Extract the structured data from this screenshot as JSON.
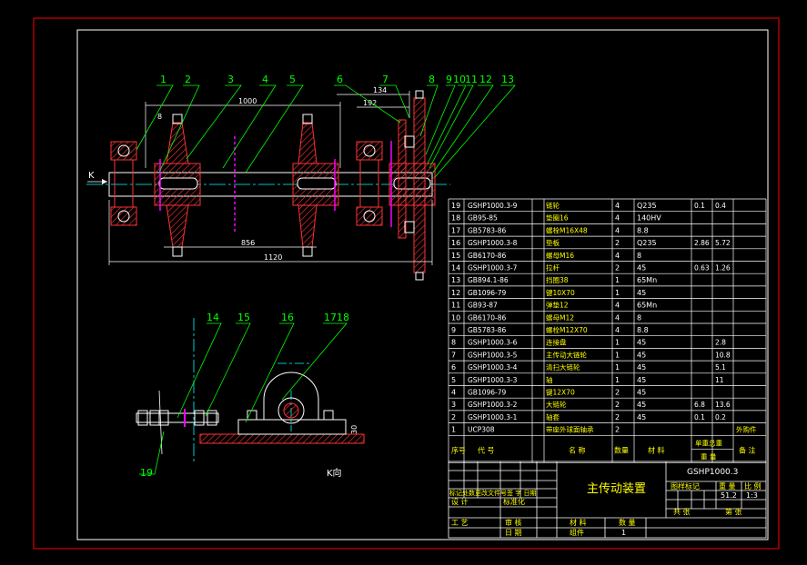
{
  "colors": {
    "background": "#000000",
    "frame_outer": "#ff0000",
    "frame_inner": "#ffffff",
    "table_line": "#ffffff",
    "text": "#ffffff",
    "text_yellow": "#ffff00",
    "leader": "#00ff00",
    "part": "#ff3333",
    "hatch": "#ff3333",
    "dimension": "#ffffff",
    "center": "#00ffff",
    "highlight": "#ff00ff"
  },
  "balloons_top": [
    "1",
    "2",
    "3",
    "4",
    "5",
    "6",
    "7",
    "8",
    "9",
    "10",
    "11",
    "12",
    "13"
  ],
  "balloons_bottom": [
    "14",
    "15",
    "16",
    "17",
    "18",
    "19"
  ],
  "dimensions": {
    "d1000": "1000",
    "d134": "134",
    "d192": "192",
    "d856": "856",
    "d1120": "1120",
    "d8": "8",
    "d30": "30"
  },
  "view_labels": {
    "k_arrow": "K",
    "k_view": "K向"
  },
  "bom_rows": [
    {
      "no": "19",
      "code": "GSHP1000.3-9",
      "name": "链轮",
      "qty": "4",
      "material": "Q235",
      "unit": "0.1",
      "total": "0.4",
      "remark": ""
    },
    {
      "no": "18",
      "code": "GB95-85",
      "name": "垫圈16",
      "qty": "4",
      "material": "140HV",
      "unit": "",
      "total": "",
      "remark": ""
    },
    {
      "no": "17",
      "code": "GB5783-86",
      "name": "螺栓M16X48",
      "qty": "4",
      "material": "8.8",
      "unit": "",
      "total": "",
      "remark": ""
    },
    {
      "no": "16",
      "code": "GSHP1000.3-8",
      "name": "垫板",
      "qty": "2",
      "material": "Q235",
      "unit": "2.86",
      "total": "5.72",
      "remark": ""
    },
    {
      "no": "15",
      "code": "GB6170-86",
      "name": "螺母M16",
      "qty": "4",
      "material": "8",
      "unit": "",
      "total": "",
      "remark": ""
    },
    {
      "no": "14",
      "code": "GSHP1000.3-7",
      "name": "拉杆",
      "qty": "2",
      "material": "45",
      "unit": "0.63",
      "total": "1.26",
      "remark": ""
    },
    {
      "no": "13",
      "code": "GB894.1-86",
      "name": "挡圈38",
      "qty": "1",
      "material": "65Mn",
      "unit": "",
      "total": "",
      "remark": ""
    },
    {
      "no": "12",
      "code": "GB1096-79",
      "name": "键10X70",
      "qty": "1",
      "material": "45",
      "unit": "",
      "total": "",
      "remark": ""
    },
    {
      "no": "11",
      "code": "GB93-87",
      "name": "弹垫12",
      "qty": "4",
      "material": "65Mn",
      "unit": "",
      "total": "",
      "remark": ""
    },
    {
      "no": "10",
      "code": "GB6170-86",
      "name": "螺母M12",
      "qty": "4",
      "material": "8",
      "unit": "",
      "total": "",
      "remark": ""
    },
    {
      "no": "9",
      "code": "GB5783-86",
      "name": "螺栓M12X70",
      "qty": "4",
      "material": "8.8",
      "unit": "",
      "total": "",
      "remark": ""
    },
    {
      "no": "8",
      "code": "GSHP1000.3-6",
      "name": "连接盘",
      "qty": "1",
      "material": "45",
      "unit": "",
      "total": "2.8",
      "remark": ""
    },
    {
      "no": "7",
      "code": "GSHP1000.3-5",
      "name": "主传动大链轮",
      "qty": "1",
      "material": "45",
      "unit": "",
      "total": "10.8",
      "remark": ""
    },
    {
      "no": "6",
      "code": "GSHP1000.3-4",
      "name": "清扫大链轮",
      "qty": "1",
      "material": "45",
      "unit": "",
      "total": "5.1",
      "remark": ""
    },
    {
      "no": "5",
      "code": "GSHP1000.3-3",
      "name": "轴",
      "qty": "1",
      "material": "45",
      "unit": "",
      "total": "11",
      "remark": ""
    },
    {
      "no": "4",
      "code": "GB1096-79",
      "name": "键12X70",
      "qty": "2",
      "material": "45",
      "unit": "",
      "total": "",
      "remark": ""
    },
    {
      "no": "3",
      "code": "GSHP1000.3-2",
      "name": "大链轮",
      "qty": "2",
      "material": "45",
      "unit": "6.8",
      "total": "13.6",
      "remark": ""
    },
    {
      "no": "2",
      "code": "GSHP1000.3-1",
      "name": "轴套",
      "qty": "2",
      "material": "45",
      "unit": "0.1",
      "total": "0.2",
      "remark": ""
    },
    {
      "no": "1",
      "code": "UCP308",
      "name": "带座外球面轴承",
      "qty": "2",
      "material": "",
      "unit": "",
      "total": "",
      "remark": "外购件"
    }
  ],
  "bom_header": {
    "no": "序号",
    "code": "代  号",
    "name": "名  称",
    "qty": "数量",
    "material": "材  料",
    "weight_group": "单重总重",
    "weight_sub": "重  量",
    "remark": "备  注"
  },
  "title_block": {
    "drawing_code": "GSHP1000.3",
    "drawing_title": "主传动装置",
    "revision_row": "标记处数更改文件号签 字 日期",
    "design": "设 计",
    "standardize": "标准化",
    "stage_mark": "图样标记",
    "weight_label": "重 量",
    "scale_label": "比 例",
    "weight_value": "51.2",
    "scale_value": "1:3",
    "total_sheets": "共  张",
    "sheet_no": "第  张",
    "process": "工 艺",
    "review": "审 核",
    "approve": "日 期",
    "material_label": "材  料",
    "quantity_label": "数  量",
    "component_label": "组件",
    "quantity_value": "1"
  }
}
